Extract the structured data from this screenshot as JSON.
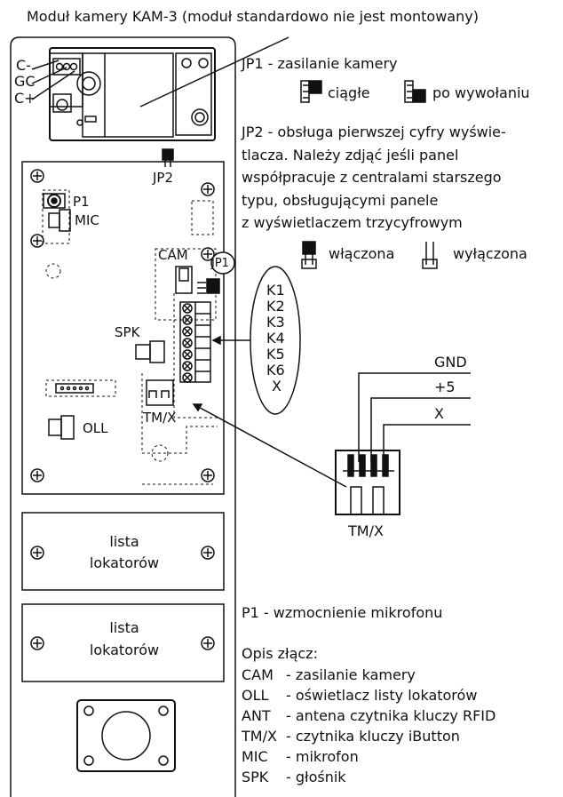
{
  "header": {
    "module_note": "Moduł kamery KAM-3 (moduł standardowo nie jest montowany)"
  },
  "camera_terminals": {
    "c_minus": "C-",
    "gc": "GC",
    "c_plus": "C+"
  },
  "board_labels": {
    "jp2": "JP2",
    "p1": "P1",
    "mic": "MIC",
    "cam": "CAM",
    "jp1": "JP1",
    "spk": "SPK",
    "oll": "OLL",
    "tmx": "TM/X"
  },
  "k_labels": [
    "K1",
    "K2",
    "K3",
    "K4",
    "K5",
    "K6",
    "X"
  ],
  "connector_wires": {
    "gnd": "GND",
    "plus5": "+5",
    "x": "X",
    "name": "TM/X"
  },
  "jp1": {
    "title": "JP1 - zasilanie kamery",
    "opt1": "ciągłe",
    "opt2": "po wywołaniu"
  },
  "jp2": {
    "lines": [
      "JP2 - obsługa pierwszej cyfry wyświe-",
      "tlacza. Należy zdjąć jeśli panel",
      "współpracuje z centralami starszego",
      "typu, obsługującymi panele",
      "z wyświetlaczem trzycyfrowym"
    ],
    "on": "włączona",
    "off": "wyłączona"
  },
  "tenant_lists": {
    "label_line1": "lista",
    "label_line2": "lokatorów"
  },
  "p1_note": "P1 - wzmocnienie mikrofonu",
  "legend": {
    "title": "Opis złącz:",
    "items": [
      {
        "code": "CAM",
        "desc": "- zasilanie kamery"
      },
      {
        "code": "OLL",
        "desc": "- oświetlacz listy lokatorów"
      },
      {
        "code": "ANT",
        "desc": "- antena czytnika kluczy RFID"
      },
      {
        "code": "TM/X",
        "desc": "- czytnika kluczy iButton"
      },
      {
        "code": "MIC",
        "desc": "- mikrofon"
      },
      {
        "code": "SPK",
        "desc": "- głośnik"
      }
    ]
  }
}
